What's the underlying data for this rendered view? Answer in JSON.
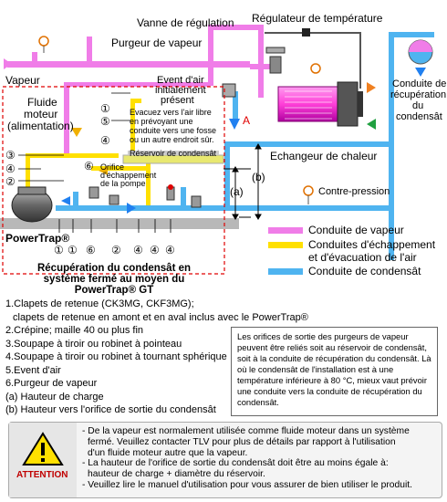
{
  "labels": {
    "vanne": "Vanne de régulation",
    "regulateur": "Régulateur de température",
    "purgeur": "Purgeur de vapeur",
    "vapeur": "Vapeur",
    "event_air": "Event d'air",
    "event_air2": "initialement",
    "event_air3": "présent",
    "fluide1": "Fluide",
    "fluide2": "moteur",
    "fluide3": "(alimentation)",
    "evacuez1": "Evacuez vers l'air libre",
    "evacuez2": "en prévoyant une",
    "evacuez3": "conduite vers une fosse",
    "evacuez4": "ou un autre endroit sûr.",
    "reservoir": "Réservoir de condensât",
    "orifice1": "Orifice",
    "orifice2": "d'échappement",
    "orifice3": "de la pompe",
    "marker_a": "A",
    "echangeur": "Echangeur de chaleur",
    "conduite_recup1": "Conduite de",
    "conduite_recup2": "récupération",
    "conduite_recup3": "du",
    "conduite_recup4": "condensât",
    "contre_pression": "Contre-pression",
    "dim_a": "(a)",
    "dim_b": "(b)",
    "powertrap": "PowerTrap®",
    "recup1": "Récupération du condensât en",
    "recup2": "système fermé au moyen du",
    "recup3": "PowerTrap® GT"
  },
  "callouts": {
    "n1": "①",
    "n2": "②",
    "n3": "③",
    "n4": "④",
    "n5": "⑤",
    "n6": "⑥"
  },
  "bottom_numbers": [
    "①",
    "①",
    "⑥",
    "②",
    "④",
    "④",
    "④"
  ],
  "legend": [
    {
      "label": "Conduite de vapeur",
      "color": "#f07de8"
    },
    {
      "label": "Conduites d'échappement",
      "color": "#ffe000"
    },
    {
      "label": "et d'évacuation de l'air",
      "color": ""
    },
    {
      "label": "Conduite de condensât",
      "color": "#4fb4f0"
    }
  ],
  "list": [
    "1.Clapets de retenue (CK3MG, CKF3MG);",
    "   clapets de retenue en amont et en aval inclus avec le PowerTrap®",
    "2.Crépine; maille 40 ou plus fin",
    "3.Soupape à tiroir ou robinet à pointeau",
    "4.Soupape à tiroir ou robinet à tournant sphérique",
    "5.Event d'air",
    "6.Purgeur de vapeur",
    "(a) Hauteur de charge",
    "(b) Hauteur vers l'orifice de sortie du condensât"
  ],
  "note": "Les orifices de sortie des purgeurs de vapeur peuvent être reliés soit au réservoir de condensât, soit à la conduite de récupération du condensât. Là où le condensât de l'installation est à une température inférieure à 80 °C, mieux vaut prévoir une conduite vers la conduite de récupération du condensât.",
  "attention": {
    "word": "ATTENTION",
    "lines": [
      "- De la vapeur est normalement utilisée comme fluide moteur dans un système",
      "  fermé. Veuillez contacter TLV pour plus de détails par rapport à l'utilisation",
      "  d'un fluide moteur autre que la vapeur.",
      "- La hauteur de l'orifice de sortie du condensât doit être au moins égale à:",
      "  hauteur de charge + diamètre du réservoir.",
      "- Veuillez lire le manuel d'utilisation pour vous assurer de bien utiliser le produit."
    ]
  },
  "colors": {
    "steam": "#f07de8",
    "exhaust": "#ffe000",
    "condensate": "#4fb4f0",
    "dashed_red": "#e00000",
    "ground": "#b8b8b8"
  }
}
